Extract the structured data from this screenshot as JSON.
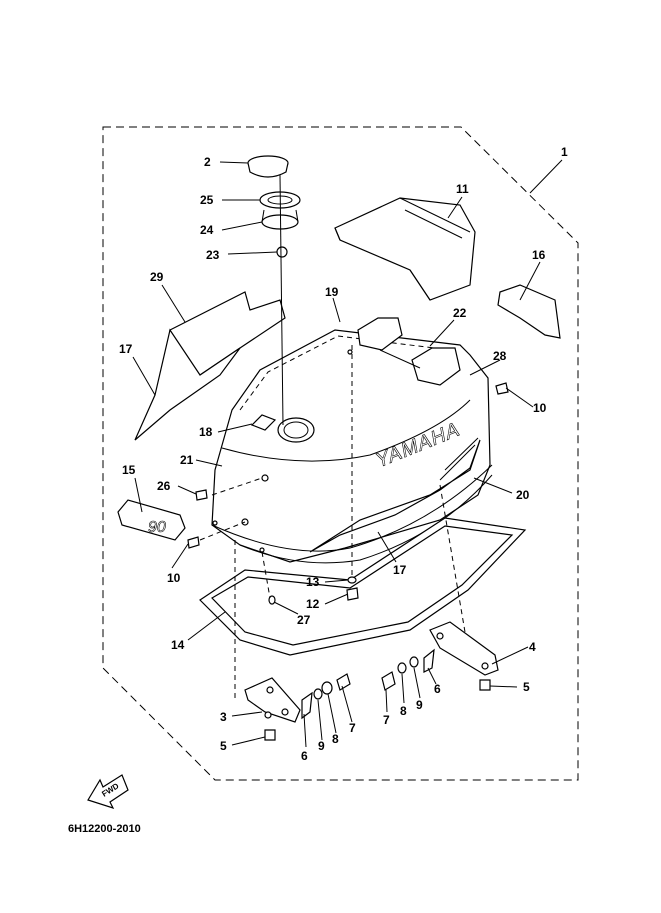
{
  "diagram": {
    "drawing_code": "6H12200-2010",
    "fwd_label": "FWD",
    "brand_text": "YAMAHA",
    "decal_number": "90",
    "callouts": [
      "1",
      "2",
      "25",
      "24",
      "23",
      "29",
      "17",
      "18",
      "21",
      "15",
      "26",
      "10",
      "11",
      "19",
      "22",
      "16",
      "28",
      "10",
      "20",
      "17",
      "13",
      "12",
      "27",
      "14",
      "4",
      "5",
      "3",
      "5",
      "6",
      "9",
      "8",
      "7",
      "7",
      "8",
      "9",
      "6"
    ]
  }
}
